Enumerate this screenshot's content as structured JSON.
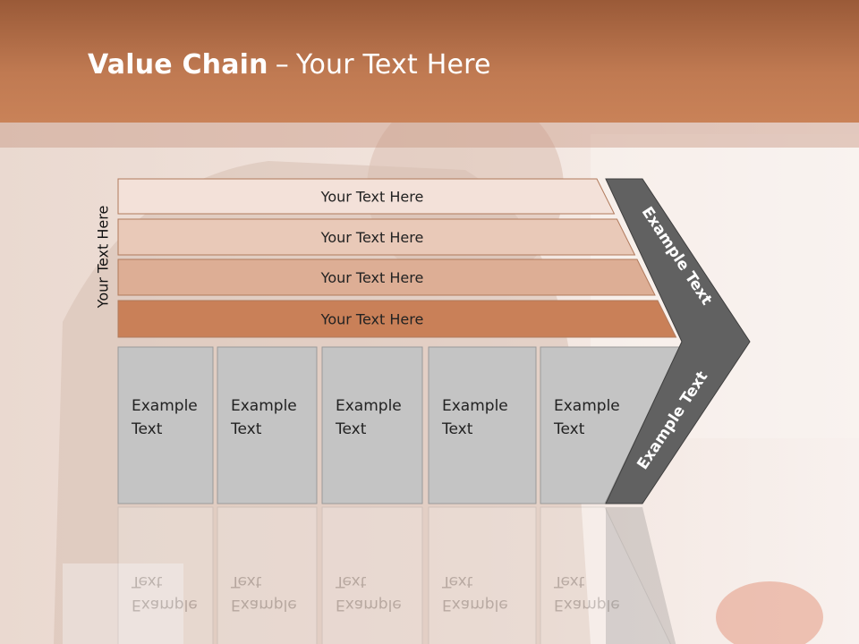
{
  "title": {
    "bold": "Value Chain",
    "separator": "–",
    "rest": "Your Text Here"
  },
  "side_label": "Your Text Here",
  "rows": [
    {
      "label": "Your Text Here",
      "color": "#f3e1d9"
    },
    {
      "label": "Your Text Here",
      "color": "#e9c9b8"
    },
    {
      "label": "Your Text Here",
      "color": "#ddae95"
    },
    {
      "label": "Your Text Here",
      "color": "#c98058"
    }
  ],
  "columns": [
    {
      "line1": "Example",
      "line2": "Text"
    },
    {
      "line1": "Example",
      "line2": "Text"
    },
    {
      "line1": "Example",
      "line2": "Text"
    },
    {
      "line1": "Example",
      "line2": "Text"
    },
    {
      "line1": "Example",
      "line2": "Text"
    }
  ],
  "chevron_labels": {
    "upper": "Example Text",
    "lower": "Example Text"
  },
  "colors": {
    "title_bar": "#c07a52",
    "column_fill": "#c4c4c4",
    "chevron_fill": "#616161"
  }
}
